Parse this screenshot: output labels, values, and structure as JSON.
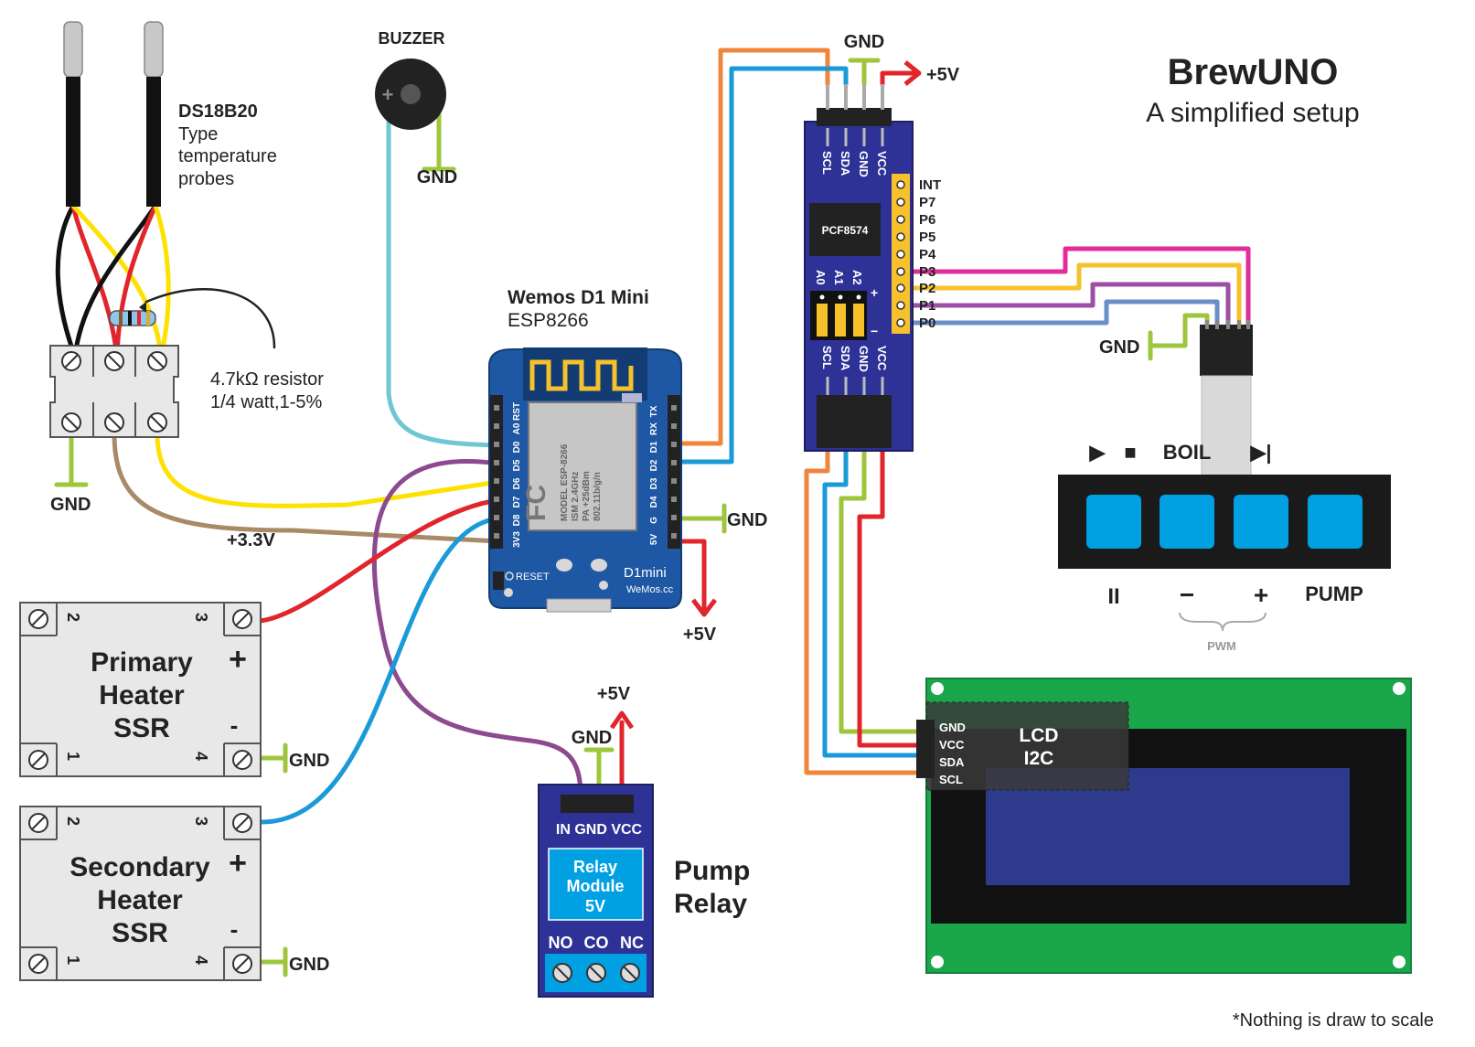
{
  "title": {
    "main": "BrewUNO",
    "sub": "A simplified setup"
  },
  "footnote": "*Nothing is draw to scale",
  "probes": {
    "name": "DS18B20",
    "desc": [
      "Type",
      "temperature",
      "probes"
    ]
  },
  "resistor": {
    "value": "4.7kΩ resistor",
    "spec": "1/4 watt,1-5%"
  },
  "buzzer": {
    "label": "BUZZER"
  },
  "wemos": {
    "name": "Wemos D1 Mini",
    "chip": "ESP8266",
    "left_pins": [
      "RST",
      "A0",
      "D0",
      "D5",
      "D6",
      "D7",
      "D8",
      "3V3"
    ],
    "right_pins": [
      "TX",
      "RX",
      "D1",
      "D2",
      "D3",
      "D4",
      "G",
      "5V"
    ],
    "reset": "RESET",
    "logo": "D1mini",
    "site": "WeMos.cc",
    "module_lines": [
      "MODEL ESP-8266",
      "ISM 2.4GHz",
      "PA +25dBm",
      "802.11b/g/n"
    ]
  },
  "pcf": {
    "chip": "PCF8574",
    "top_pins": [
      "SCL",
      "SDA",
      "GND",
      "VCC"
    ],
    "bottom_pins": [
      "SCL",
      "SDA",
      "GND",
      "VCC"
    ],
    "addr": [
      "A0",
      "A1",
      "A2"
    ],
    "ports": [
      "INT",
      "P7",
      "P6",
      "P5",
      "P4",
      "P3",
      "P2",
      "P1",
      "P0"
    ],
    "plus": "+",
    "minus": "−"
  },
  "keypad": {
    "top_labels": {
      "play": "▶",
      "stop": "■",
      "boil": "BOIL",
      "skip": "▶|"
    },
    "bottom_labels": {
      "pause": "II",
      "minus": "−",
      "plus": "+",
      "pump": "PUMP"
    },
    "pwm": "PWM"
  },
  "ssr_primary": {
    "lines": [
      "Primary",
      "Heater",
      "SSR"
    ],
    "n2": "2",
    "n3": "3",
    "n1": "1",
    "n4": "4",
    "plus": "+",
    "minus": "-"
  },
  "ssr_secondary": {
    "lines": [
      "Secondary",
      "Heater",
      "SSR"
    ],
    "n2": "2",
    "n3": "3",
    "n1": "1",
    "n4": "4",
    "plus": "+",
    "minus": "-"
  },
  "relay": {
    "pins": "IN GND VCC",
    "module": [
      "Relay",
      "Module",
      "5V"
    ],
    "terminals": [
      "NO",
      "CO",
      "NC"
    ],
    "name": [
      "Pump",
      "Relay"
    ]
  },
  "lcd": {
    "name": [
      "LCD",
      "I2C"
    ],
    "pins": [
      "GND",
      "VCC",
      "SDA",
      "SCL"
    ]
  },
  "power": {
    "gnd": "GND",
    "v5": "+5V",
    "v33": "+3.3V"
  },
  "colors": {
    "board_blue": "#1e57a3",
    "pcf_blue": "#2e3196",
    "lcd_green": "#1aa64a",
    "key_blue": "#00a0e3",
    "wire_orange": "#f0853c",
    "wire_blue": "#1a9ad8",
    "wire_green": "#9dc63c",
    "wire_red": "#e0262c",
    "wire_yellow": "#ffe100",
    "wire_brown": "#a88a66",
    "wire_purple": "#8d4a8e",
    "wire_cyan": "#6ec7d3",
    "wire_magenta": "#e32c9a",
    "wire_gold": "#f6c12a",
    "wire_violet": "#9b4fa5",
    "wire_steel": "#6b8ec9"
  }
}
